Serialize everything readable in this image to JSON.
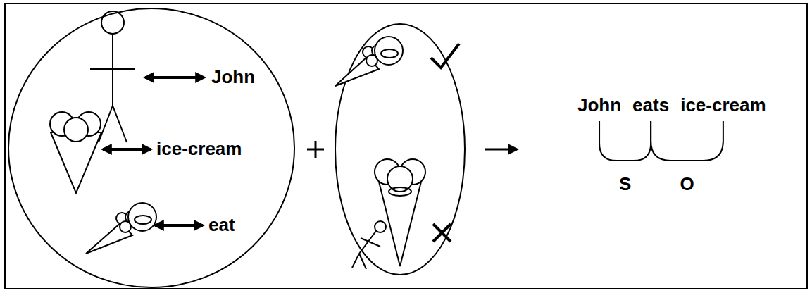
{
  "diagram": {
    "nodes": [
      {
        "text": [
          "John",
          "ice-cream",
          "eat"
        ]
      }
    ],
    "labels": [
      "John",
      "eats",
      "ice-cream",
      "S",
      "O"
    ]
  }
}
